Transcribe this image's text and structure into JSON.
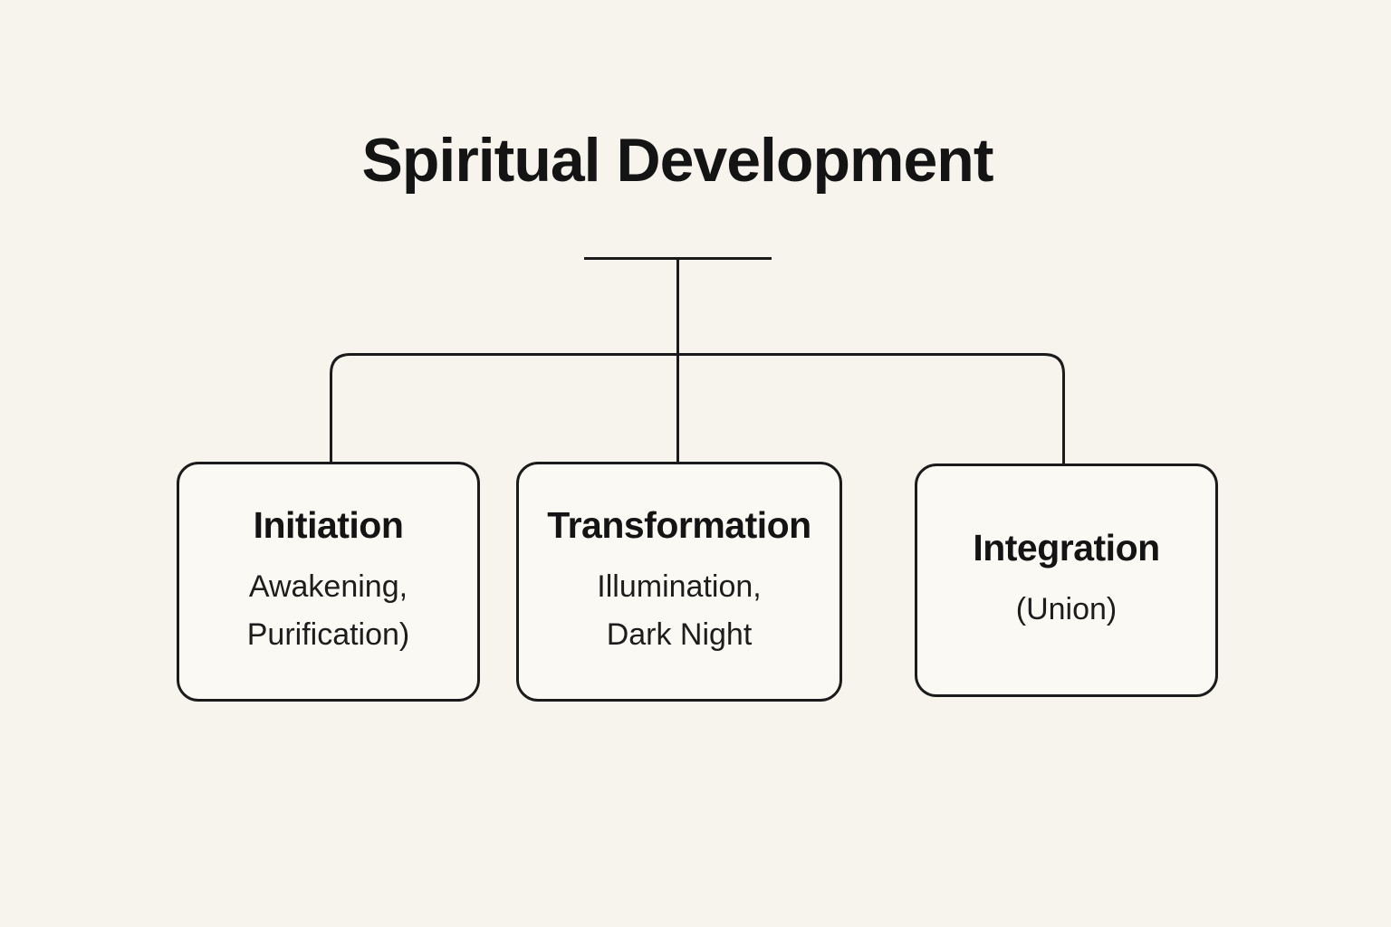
{
  "title": "Spiritual Development",
  "nodes": [
    {
      "label": "Initiation",
      "sub_lines": [
        "Awakening,",
        "Purification)"
      ]
    },
    {
      "label": "Transformation",
      "sub_lines": [
        "Illumination,",
        "Dark Night"
      ]
    },
    {
      "label": "Integration",
      "sub_lines": [
        "(Union)"
      ]
    }
  ],
  "colors": {
    "background": "#f7f4ed",
    "line": "#1b1b1b",
    "box_fill": "#fbf9f4",
    "text": "#141414"
  }
}
